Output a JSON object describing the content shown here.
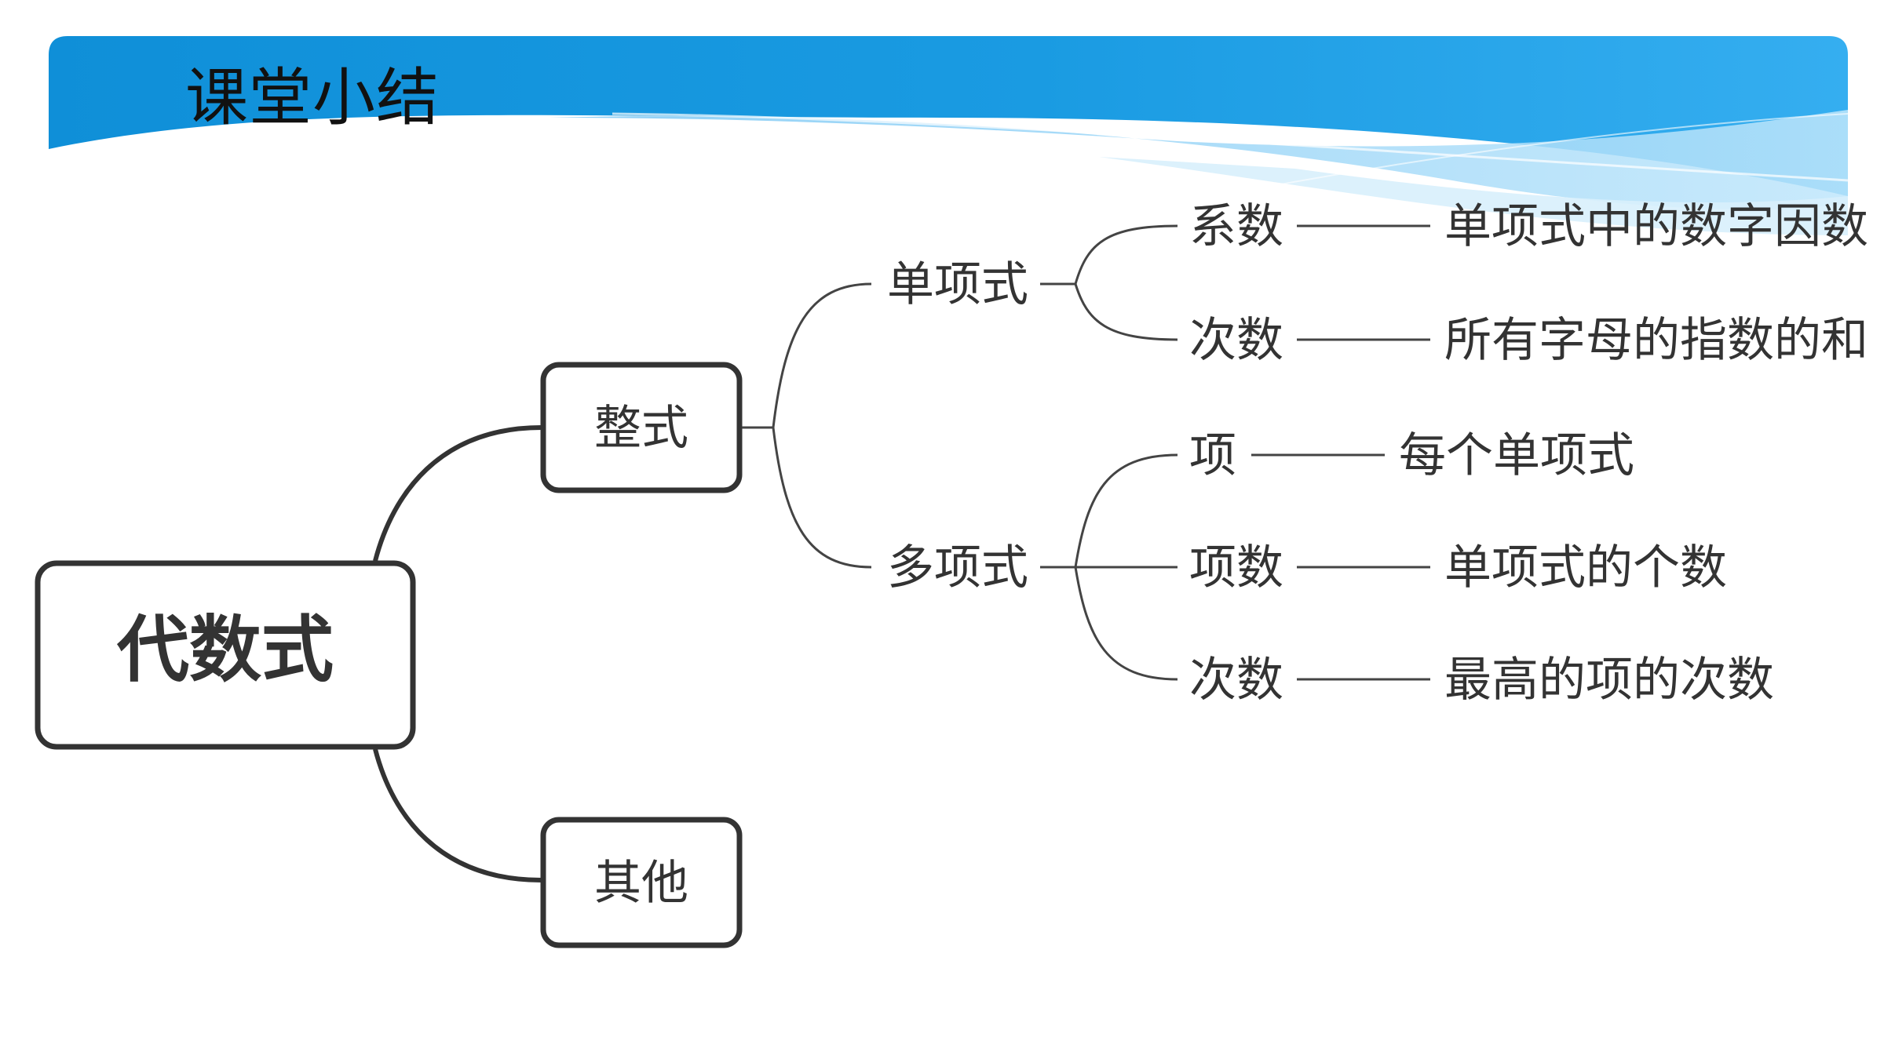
{
  "slide": {
    "title": "课堂小结"
  },
  "colors": {
    "banner_blue": "#1296db",
    "banner_light": "#8fd0f5",
    "node_border": "#333333",
    "text": "#333333",
    "connector": "#444444"
  },
  "mindmap": {
    "root": "代数式",
    "branches": {
      "zhengshi": {
        "label": "整式",
        "danxiangshi": {
          "label": "单项式",
          "xishu": {
            "term": "系数",
            "def": "单项式中的数字因数"
          },
          "cishu": {
            "term": "次数",
            "def": "所有字母的指数的和"
          }
        },
        "duoxiangshi": {
          "label": "多项式",
          "xiang": {
            "term": "项",
            "def": "每个单项式"
          },
          "xiangshu": {
            "term": "项数",
            "def": "单项式的个数"
          },
          "cishu": {
            "term": "次数",
            "def": "最高的项的次数"
          }
        }
      },
      "qita": {
        "label": "其他"
      }
    }
  }
}
